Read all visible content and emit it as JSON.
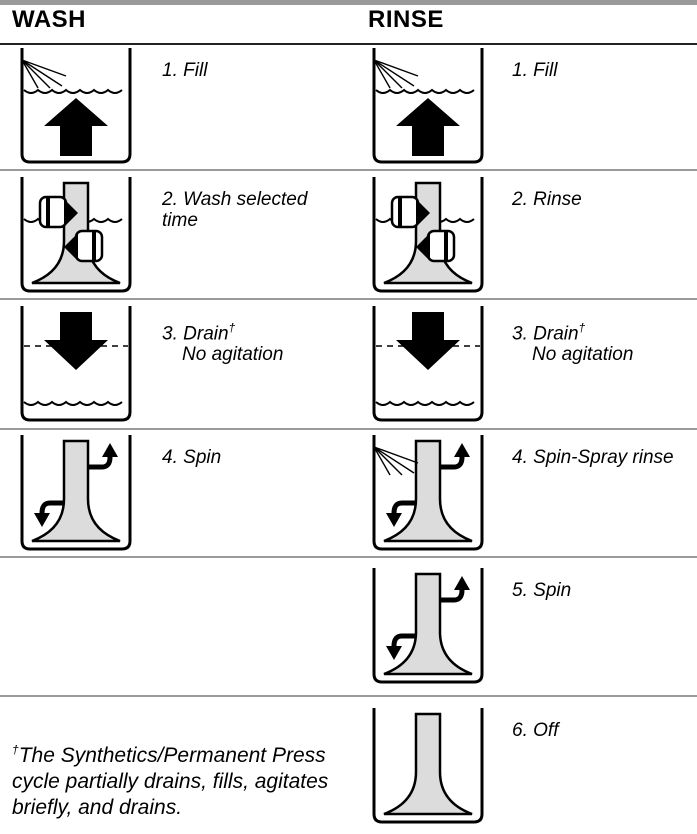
{
  "headers": {
    "wash": "WASH",
    "rinse": "RINSE"
  },
  "wash_steps": [
    {
      "num": "1.",
      "label": "Fill",
      "icon": "fill-icon"
    },
    {
      "num": "2.",
      "label": "Wash selected\ntime",
      "icon": "agitate-icon"
    },
    {
      "num": "3.",
      "label": "Drain",
      "note": "No agitation",
      "dagger": "†",
      "icon": "drain-icon"
    },
    {
      "num": "4.",
      "label": "Spin",
      "icon": "spin-icon"
    }
  ],
  "rinse_steps": [
    {
      "num": "1.",
      "label": "Fill",
      "icon": "fill-icon"
    },
    {
      "num": "2.",
      "label": "Rinse",
      "icon": "agitate-icon"
    },
    {
      "num": "3.",
      "label": "Drain",
      "note": "No agitation",
      "dagger": "†",
      "icon": "drain-icon"
    },
    {
      "num": "4.",
      "label": "Spin-Spray rinse",
      "icon": "spin-spray-icon"
    },
    {
      "num": "5.",
      "label": "Spin",
      "icon": "spin-icon"
    },
    {
      "num": "6.",
      "label": "Off",
      "icon": "agitator-off-icon"
    }
  ],
  "footnote": {
    "dagger": "†",
    "text": "The Synthetics/Permanent Press cycle partially drains, fills, agitates briefly, and drains."
  }
}
